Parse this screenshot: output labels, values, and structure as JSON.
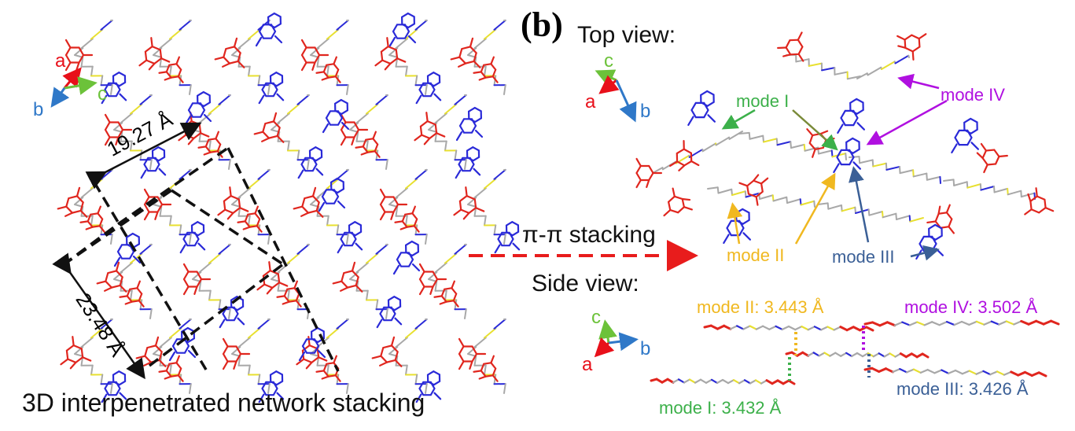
{
  "panel_label": "(b)",
  "top_view_title": "Top view:",
  "side_view_title": "Side view:",
  "pi_stacking_label": "π-π stacking",
  "caption": "3D interpenetrated network stacking",
  "dimensions": {
    "d1": "19.27 Å",
    "d2": "23.48 Å"
  },
  "modes_top": {
    "mode1": "mode I",
    "mode2": "mode II",
    "mode3": "mode III",
    "mode4": "mode IV"
  },
  "modes_side": {
    "mode1": "mode I: 3.432 Å",
    "mode2": "mode II: 3.443 Å",
    "mode3": "mode III: 3.426 Å",
    "mode4": "mode IV: 3.502 Å"
  },
  "axes_left": {
    "a": "a",
    "b": "b",
    "c": "c"
  },
  "axes_top": {
    "a": "a",
    "b": "b",
    "c": "c"
  },
  "axes_side": {
    "a": "a",
    "b": "b",
    "c": "c"
  },
  "colors": {
    "axis_a": "#e8101a",
    "axis_b": "#2f78c8",
    "axis_c": "#6cc23a",
    "mode1": "#3cb04a",
    "mode2": "#f0b820",
    "mode3": "#3a5f96",
    "mode4": "#b010e0",
    "molecule_red": "#e0261e",
    "molecule_blue": "#2a2ad8",
    "molecule_grey": "#a8a8a8",
    "molecule_yellow": "#e8e030",
    "arrow_red": "#e81c1c"
  }
}
